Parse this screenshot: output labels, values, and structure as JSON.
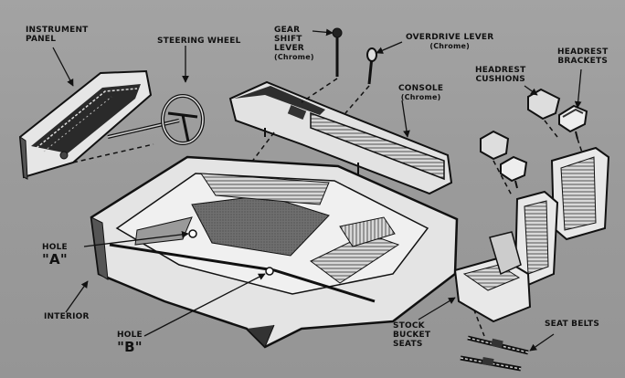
{
  "labels": {
    "instrument_panel": [
      "INSTRUMENT",
      "PANEL"
    ],
    "steering_wheel": "STEERING WHEEL",
    "gear_shift": [
      "GEAR",
      "SHIFT",
      "LEVER"
    ],
    "gear_shift_finish": "(Chrome)",
    "overdrive": "OVERDRIVE LEVER",
    "overdrive_finish": "(Chrome)",
    "console": "CONSOLE",
    "console_finish": "(Chrome)",
    "headrest_cushions": [
      "HEADREST",
      "CUSHIONS"
    ],
    "headrest_brackets": [
      "HEADREST",
      "BRACKETS"
    ],
    "hole_a_word": "HOLE",
    "hole_a_letter": "\"A\"",
    "hole_b_word": "HOLE",
    "hole_b_letter": "\"B\"",
    "interior": "INTERIOR",
    "bucket_seats": [
      "STOCK",
      "BUCKET",
      "SEATS"
    ],
    "seat_belts": "SEAT BELTS"
  }
}
